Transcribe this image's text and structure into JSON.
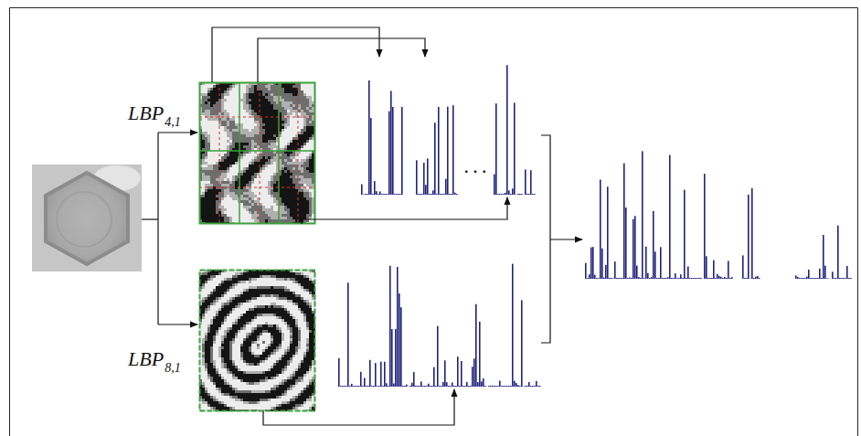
{
  "diagram": {
    "labels": [
      "LBP",
      "4,1",
      "LBP",
      "8,1",
      "· · ·"
    ]
  }
}
